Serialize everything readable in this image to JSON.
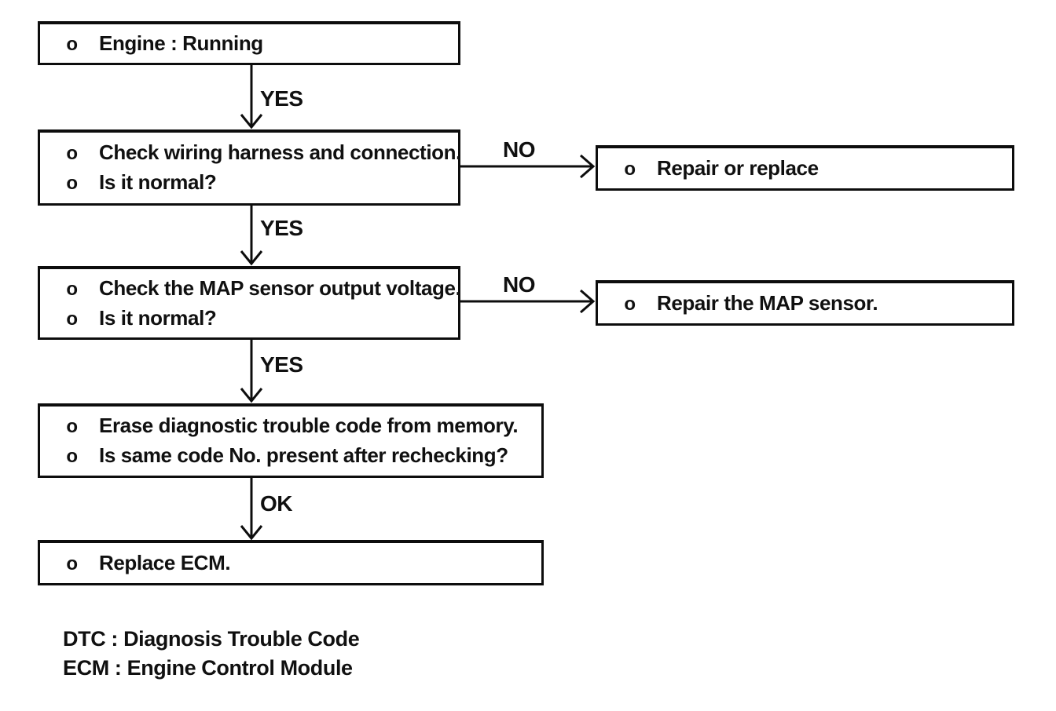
{
  "diagram": {
    "bullet": "o",
    "steps": [
      {
        "id": "engine-running",
        "lines": [
          "Engine : Running"
        ]
      },
      {
        "id": "check-wiring",
        "lines": [
          "Check wiring harness and connection.",
          "Is it normal?"
        ]
      },
      {
        "id": "check-map-sensor",
        "lines": [
          "Check the MAP sensor output voltage.",
          "Is it normal?"
        ]
      },
      {
        "id": "erase-dtc",
        "lines": [
          "Erase diagnostic trouble code from memory.",
          "Is same code No. present after rechecking?"
        ]
      },
      {
        "id": "replace-ecm",
        "lines": [
          "Replace ECM."
        ]
      }
    ],
    "side_steps": [
      {
        "id": "repair-or-replace",
        "lines": [
          "Repair or replace"
        ]
      },
      {
        "id": "repair-map-sensor",
        "lines": [
          "Repair the MAP sensor."
        ]
      }
    ],
    "connector_labels": {
      "yes1": "YES",
      "no1": "NO",
      "yes2": "YES",
      "no2": "NO",
      "yes3": "YES",
      "ok": "OK"
    },
    "legend": {
      "line1": "DTC : Diagnosis Trouble Code",
      "line2": "ECM : Engine Control Module"
    },
    "colors": {
      "ink": "#0d0d0d",
      "background": "#ffffff"
    }
  }
}
